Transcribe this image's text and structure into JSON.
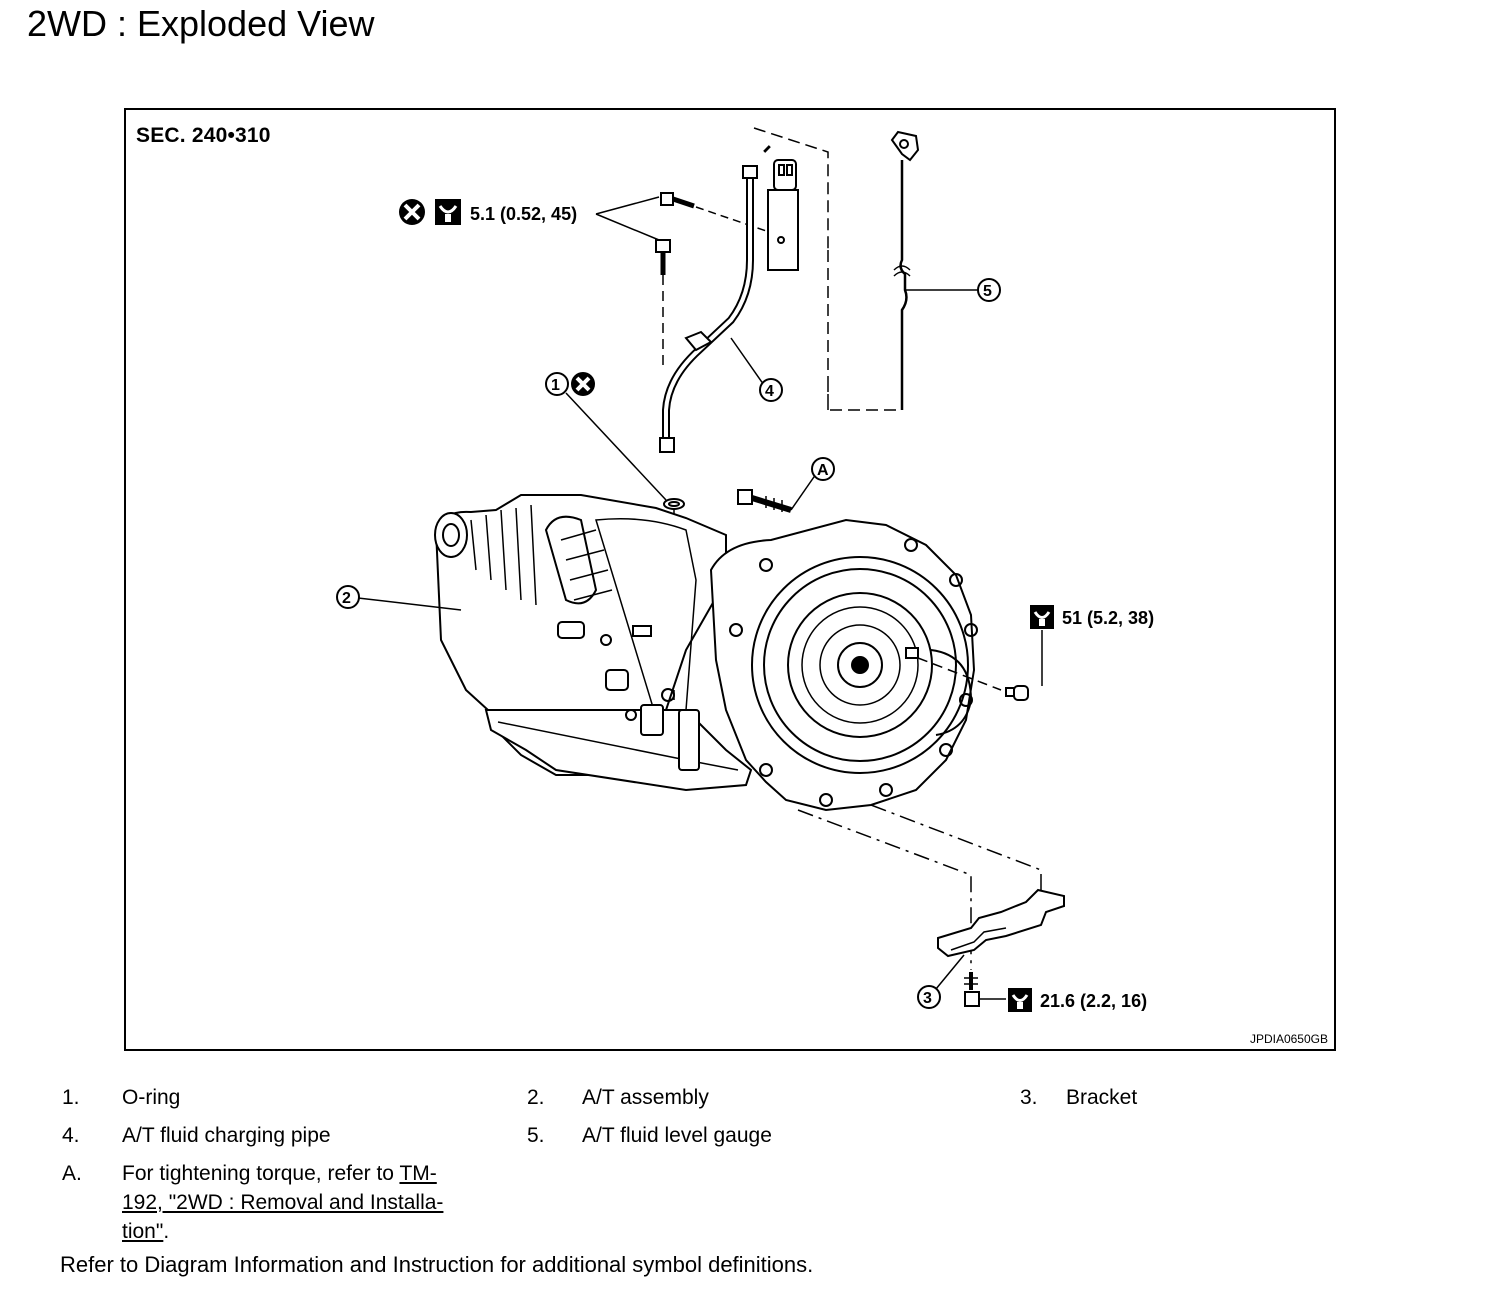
{
  "title": "2WD : Exploded View",
  "figure": {
    "section": "SEC. 240•310",
    "figure_id": "JPDIA0650GB",
    "torque_pipe_bolts": "5.1 (0.52, 45)",
    "torque_converter_bolt": "51 (5.2, 38)",
    "torque_bracket_bolt": "21.6 (2.2, 16)",
    "callouts": [
      "1",
      "2",
      "3",
      "4",
      "5",
      "A"
    ],
    "colors": {
      "line": "#000000",
      "background": "#ffffff"
    }
  },
  "legend": [
    {
      "num": "1.",
      "text": "O-ring"
    },
    {
      "num": "2.",
      "text": "A/T assembly"
    },
    {
      "num": "3.",
      "text": "Bracket"
    },
    {
      "num": "4.",
      "text": "A/T fluid charging pipe"
    },
    {
      "num": "5.",
      "text": "A/T fluid level gauge"
    }
  ],
  "legend_a": {
    "num": "A.",
    "text_prefix": "For tightening torque, refer to ",
    "link_line1": "TM-",
    "link_line2": "192, \"2WD : Removal and Installa-",
    "link_line3": "tion\"",
    "text_suffix": "."
  },
  "footer": "Refer to Diagram Information and Instruction for additional symbol definitions."
}
